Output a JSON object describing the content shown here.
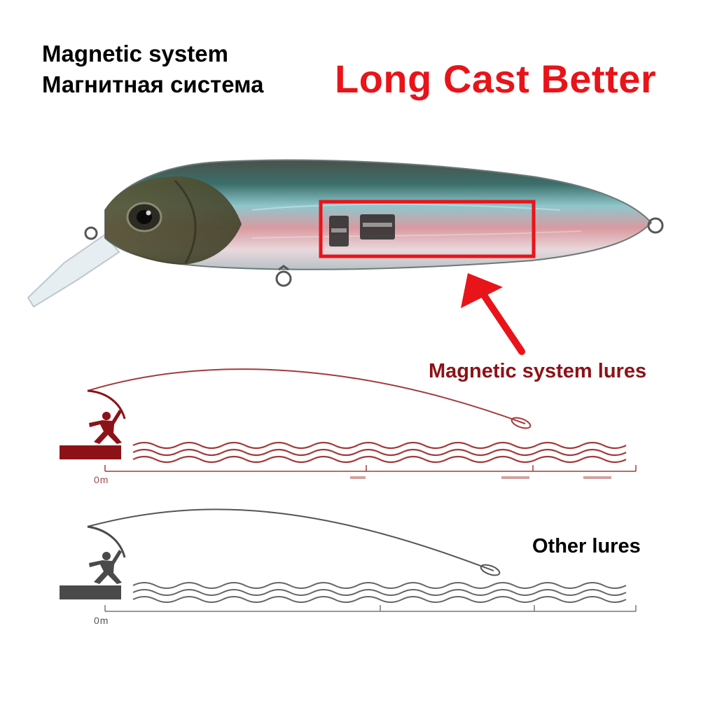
{
  "headline": {
    "line_en": "Magnetic system",
    "line_ru": "Магнитная система"
  },
  "promo": "Long Cast  Better",
  "callout_label": "Magnetic system lures",
  "comparison": {
    "magnetic": {
      "scale_start_label": "0m",
      "color": "#8c1218"
    },
    "other": {
      "label": "Other  lures",
      "scale_start_label": "0m",
      "color": "#4a4a4a"
    }
  },
  "colors": {
    "highlight_box": "#e8141a",
    "promo_text": "#e8141a"
  }
}
